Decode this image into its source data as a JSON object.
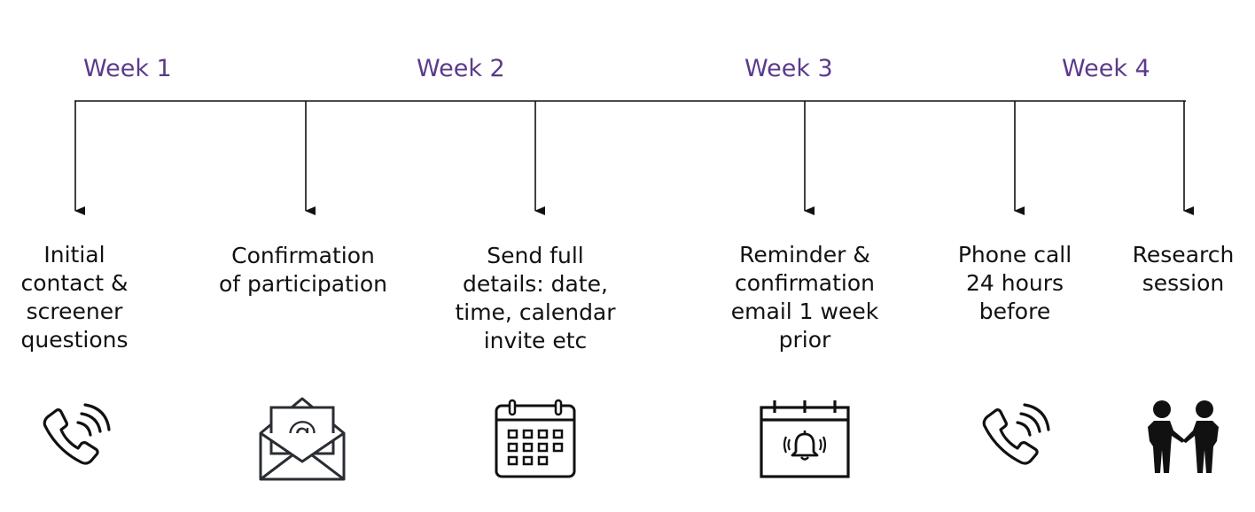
{
  "weeks": [
    "Week 1",
    "Week 2",
    "Week 3",
    "Week 4"
  ],
  "steps": [
    {
      "lines": [
        "Initial",
        "contact &",
        "screener",
        "questions"
      ],
      "icon": "phone-call-icon"
    },
    {
      "lines": [
        "Confirmation",
        "of participation"
      ],
      "icon": "email-envelope-icon"
    },
    {
      "lines": [
        "Send full",
        "details: date,",
        "time, calendar",
        "invite etc"
      ],
      "icon": "calendar-icon"
    },
    {
      "lines": [
        "Reminder &",
        "confirmation",
        "email 1 week",
        "prior"
      ],
      "icon": "calendar-alarm-icon"
    },
    {
      "lines": [
        "Phone call",
        "24 hours",
        "before"
      ],
      "icon": "phone-call-icon"
    },
    {
      "lines": [
        "Research",
        "session"
      ],
      "icon": "two-people-icon"
    }
  ],
  "colors": {
    "week_label": "#5b3a8c",
    "line": "#111111"
  }
}
